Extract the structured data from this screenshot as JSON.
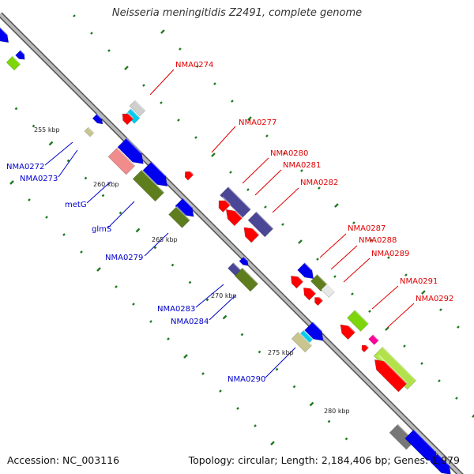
{
  "header": {
    "title": "Neisseria meningitidis Z2491, complete genome"
  },
  "footer": {
    "accession": "Accession: NC_003116",
    "topology": "Topology: circular; Length: 2,184,406 bp; Genes: 1,979"
  },
  "colors": {
    "backbone": "#8c8c8c",
    "tick": "#1e7a1e",
    "upper_label": "#e00000",
    "lower_label": "#0000cc"
  },
  "kbp_marks": [
    "255 kbp",
    "260 kbp",
    "265 kbp",
    "270 kbp",
    "275 kbp",
    "280 kbp"
  ],
  "gene_labels": {
    "upper": [
      "NMA0274",
      "NMA0277",
      "NMA0280",
      "NMA0281",
      "NMA0282",
      "NMA0287",
      "NMA0288",
      "NMA0289",
      "NMA0291",
      "NMA0292"
    ],
    "lower": [
      "NMA0272",
      "NMA0273",
      "metG",
      "glmS",
      "NMA0279",
      "NMA0283",
      "NMA0284",
      "NMA0290"
    ]
  },
  "feature_colors": [
    "#0000ee",
    "#7cd60a",
    "#b2e24a",
    "#ff0000",
    "#e8e8e8",
    "#00ccee",
    "#c8c58f",
    "#f08c8c",
    "#5e7e1e",
    "#4b4696",
    "#777777",
    "#cfcfcf",
    "#ff0099"
  ]
}
